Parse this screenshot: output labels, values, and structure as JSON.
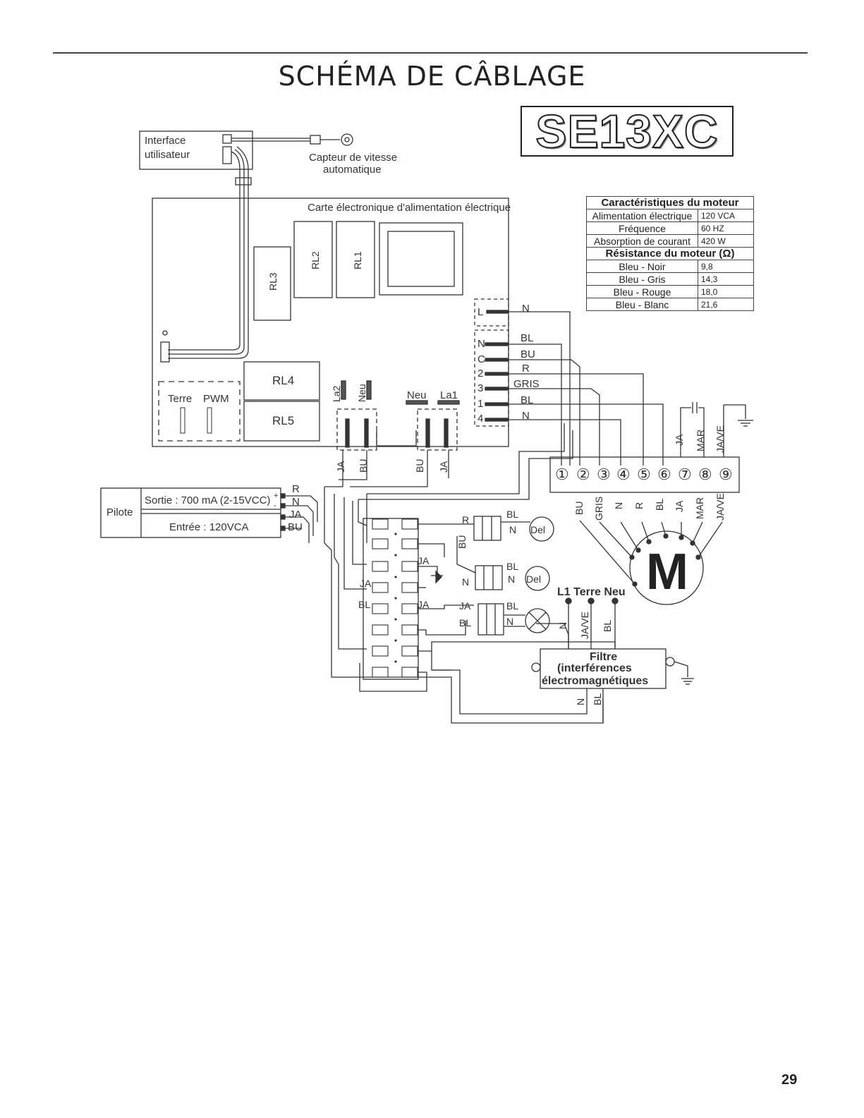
{
  "page": {
    "title": "SCHÉMA DE CÂBLAGE",
    "model": "SE13XC",
    "page_number": "29"
  },
  "labels": {
    "user_interface": [
      "Interface",
      "utilisateur"
    ],
    "speed_sensor": [
      "Capteur de vitesse",
      "automatique"
    ],
    "power_board": "Carte électronique d'alimentation électrique",
    "relays": [
      "RL1",
      "RL2",
      "RL3",
      "RL4",
      "RL5"
    ],
    "terre": "Terre",
    "pwm": "PWM",
    "la2": "La2",
    "neu": "Neu",
    "la1": "La1",
    "board_pins": [
      "L",
      "N",
      "C",
      "2",
      "3",
      "1",
      "4"
    ],
    "board_wires": [
      "N",
      "BL",
      "BU",
      "R",
      "GRIS",
      "BL",
      "N"
    ],
    "relay_wires": [
      "JA",
      "BU",
      "BU",
      "JA"
    ],
    "pilot": "Pilote",
    "pilot_output": "Sortie : 700 mA (2-15VCC)",
    "pilot_input": "Entrée : 120VCA",
    "pilot_wires": [
      "R",
      "N",
      "JA",
      "BU"
    ],
    "plus": "+",
    "minus": "-",
    "terminals": [
      "①",
      "②",
      "③",
      "④",
      "⑤",
      "⑥",
      "⑦",
      "⑧",
      "⑨"
    ],
    "terminal_top_wires": [
      "JA",
      "MAR",
      "JA/VE"
    ],
    "terminal_bottom_wires": [
      "BU",
      "GRIS",
      "N",
      "R",
      "BL",
      "JA",
      "MAR",
      "JA/VE"
    ],
    "motor": "M",
    "del": "Del",
    "l1_terre_neu": "L1 Terre Neu",
    "filter_wires": [
      "N",
      "JA/VE",
      "BL"
    ],
    "filter": [
      "Filtre",
      "(interférences",
      "électromagnétiques"
    ],
    "filter_out_wires": [
      "N",
      "BL"
    ],
    "block_wires": [
      "JA",
      "JA",
      "BL",
      "JA"
    ],
    "lamp_wires_1": [
      "R",
      "BL",
      "N"
    ],
    "lamp_wires_2": [
      "BU",
      "BL",
      "N",
      "N"
    ],
    "lamp_wires_3": [
      "JA",
      "BL",
      "BL",
      "N"
    ]
  },
  "motor_specs": {
    "header": "Caractéristiques du moteur",
    "rows": [
      {
        "label": "Alimentation électrique",
        "value": "120 VCA"
      },
      {
        "label": "Fréquence",
        "value": "60 HZ"
      },
      {
        "label": "Absorption de courant",
        "value": "420 W"
      }
    ],
    "resistance_header": "Résistance du moteur (Ω)",
    "resistance_rows": [
      {
        "label": "Bleu - Noir",
        "value": "9,8"
      },
      {
        "label": "Bleu - Gris",
        "value": "14,3"
      },
      {
        "label": "Bleu - Rouge",
        "value": "18,0"
      },
      {
        "label": "Bleu - Blanc",
        "value": "21,6"
      }
    ]
  }
}
